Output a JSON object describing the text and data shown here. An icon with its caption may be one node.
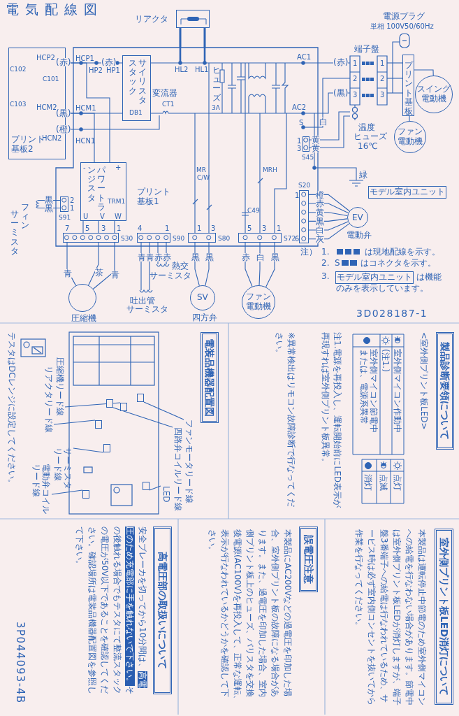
{
  "diagram": {
    "title": "電気配線図",
    "nodes": [
      {
        "text": [
          "プリント基板2"
        ]
      },
      {
        "text": [
          "プリント基板1"
        ]
      },
      {
        "text": [
          "サイリスタスタック",
          "DB1"
        ],
        "in": 1
      },
      {
        "text": [
          "パワートランジスタ",
          "TRM1"
        ],
        "in": 1
      },
      {
        "text": [
          "S91"
        ],
        "in": 1
      },
      {
        "text": [
          "S30"
        ],
        "in": 1
      },
      {
        "text": [
          "S90"
        ],
        "in": 1
      },
      {
        "text": [
          "S80"
        ],
        "in": 1
      },
      {
        "text": [
          "S72"
        ],
        "in": 1
      },
      {
        "text": [
          "S20"
        ],
        "in": 1
      },
      {
        "text": [
          "S45"
        ],
        "in": 1
      },
      {
        "text": [],
        "shape": "box",
        "beside": [
          "リアクタ"
        ]
      },
      {
        "text": [
          "端子盤"
        ]
      },
      {
        "text": [
          "プリント基板"
        ]
      },
      {
        "text": [
          "スイング電動機"
        ]
      },
      {
        "text": [
          "ファン電動機"
        ]
      },
      {
        "text": [
          "モデル室内ユニット"
        ]
      },
      {
        "text": [
          "EV"
        ],
        "beside": [
          "電動弁"
        ]
      },
      {
        "text": [
          "SV"
        ],
        "beside": [
          "四方弁"
        ]
      },
      {
        "text": [
          "ファン電動機"
        ]
      },
      {
        "text": [],
        "shape": "circle",
        "beside": [
          "圧縮機"
        ]
      },
      {
        "text": [
          "モデル室内ユニット"
        ]
      },
      {
        "text": [
          "製品診断要領について"
        ]
      },
      {
        "text": [
          "電装品機器配置図"
        ]
      },
      {
        "text": [
          "ファンモータリード線"
        ]
      },
      {
        "text": [
          "四路弁コイルリード線"
        ]
      },
      {
        "text": [
          "LED"
        ]
      },
      {
        "text": [
          "圧縮機リード線"
        ]
      },
      {
        "text": [
          "リアクタリード線"
        ]
      },
      {
        "text": [
          "サーミスタリード線"
        ]
      },
      {
        "text": [
          "電動弁コイルリード線"
        ]
      },
      {
        "text": [
          "室外側プリント板LED消灯について"
        ]
      },
      {
        "text": [
          "誤電圧注意"
        ]
      },
      {
        "text": [
          "高電圧部の取扱いについて"
        ]
      },
      {
        "text": [],
        "shape": "box"
      },
      {
        "text": [],
        "shape": "box"
      },
      {
        "text": [],
        "shape": "box"
      },
      {
        "text": [],
        "shape": "box"
      },
      {
        "text": [],
        "shape": "box"
      },
      {
        "text": [],
        "shape": "box"
      },
      {
        "text": [],
        "shape": "box"
      }
    ],
    "edges": [
      {
        "from": 11,
        "to": 1,
        "arrow": "none",
        "style": "thick"
      },
      {
        "from": 11,
        "to": 1,
        "arrow": "none",
        "style": "thick"
      },
      {
        "from": 0,
        "to": 2,
        "arrow": "none"
      },
      {
        "from": 0,
        "to": 2,
        "arrow": "none"
      },
      {
        "from": 0,
        "to": 3,
        "arrow": "none"
      },
      {
        "from": 0,
        "to": 3,
        "arrow": "none"
      },
      {
        "from": 1,
        "to": 12,
        "arrow": "none"
      },
      {
        "from": 1,
        "to": 12,
        "arrow": "none"
      },
      {
        "from": 1,
        "to": 12,
        "arrow": "none"
      },
      {
        "from": 10,
        "to": 12,
        "arrow": "none"
      },
      {
        "from": 10,
        "to": 12,
        "arrow": "none"
      },
      {
        "from": 12,
        "to": 13,
        "arrow": "none"
      },
      {
        "from": 12,
        "to": 13,
        "arrow": "none"
      },
      {
        "from": 12,
        "to": 13,
        "arrow": "none"
      },
      {
        "from": 13,
        "to": 14,
        "arrow": "none"
      },
      {
        "from": 13,
        "to": 15,
        "arrow": "none"
      },
      {
        "from": 7,
        "to": 18,
        "arrow": "none"
      },
      {
        "from": 7,
        "to": 18,
        "arrow": "none"
      },
      {
        "from": 8,
        "to": 19,
        "arrow": "none"
      },
      {
        "from": 8,
        "to": 19,
        "arrow": "none"
      },
      {
        "from": 8,
        "to": 19,
        "arrow": "none"
      },
      {
        "from": 9,
        "to": 17,
        "arrow": "none"
      },
      {
        "from": 9,
        "to": 17,
        "arrow": "none"
      },
      {
        "from": 9,
        "to": 17,
        "arrow": "none"
      },
      {
        "from": 9,
        "to": 17,
        "arrow": "none"
      },
      {
        "from": 9,
        "to": 17,
        "arrow": "none"
      },
      {
        "from": 9,
        "to": 17,
        "arrow": "none"
      },
      {
        "from": 5,
        "to": 20,
        "arrow": "none"
      },
      {
        "from": 5,
        "to": 20,
        "arrow": "none"
      },
      {
        "from": 5,
        "to": 20,
        "arrow": "none"
      },
      {
        "from": 3,
        "to": 5,
        "arrow": "none"
      },
      {
        "from": 3,
        "to": 5,
        "arrow": "none"
      },
      {
        "from": 3,
        "to": 5,
        "arrow": "none"
      },
      {
        "from": 24,
        "to": 34,
        "arrow": "none"
      },
      {
        "from": 25,
        "to": 35,
        "arrow": "none"
      },
      {
        "from": 26,
        "to": 36,
        "arrow": "none"
      },
      {
        "from": 27,
        "to": 37,
        "arrow": "none"
      },
      {
        "from": 28,
        "to": 38,
        "arrow": "none"
      },
      {
        "from": 29,
        "to": 39,
        "arrow": "none"
      },
      {
        "from": 30,
        "to": 40,
        "arrow": "none"
      }
    ],
    "labels": [
      "電源プラグ",
      "単相 100V50/60Hz",
      "HCP2",
      "(赤)",
      "HCP1",
      "(赤)",
      "AC1",
      "(赤)",
      "1",
      "1",
      "C102",
      "HP2",
      "HP1",
      "HL2",
      "HL1",
      "ヒューズ",
      "C101",
      "2",
      "2",
      "変流器",
      "(黒)",
      "3",
      "3",
      "C103",
      "HCM2",
      "(黒)",
      "HCM1",
      "CT1",
      "3A",
      "AC2",
      "(橙)",
      "S",
      "白",
      "温度",
      "HCN2",
      "HCN1",
      "1",
      "黄",
      "ヒューズ",
      "3",
      "黄",
      "16℃",
      "-",
      "+",
      "MR",
      "C/W",
      "MRH",
      "緑",
      "黒",
      "2",
      "1",
      "橙",
      "フィン",
      "黒",
      "1",
      "C49",
      "赤",
      "サーミスタ",
      "U",
      "V",
      "W",
      "黄",
      "黒",
      "7",
      "5",
      "3",
      "1",
      "4",
      "1",
      "1",
      "3",
      "5",
      "3",
      "1",
      "白",
      "6",
      "灰",
      "青",
      "青",
      "赤",
      "赤",
      "黒",
      "黒",
      "赤",
      "白",
      "黒",
      "注）",
      "1.",
      "は現地配線を示す。",
      "熱交",
      "2.",
      "S",
      "はコネクタを示す。",
      "青",
      "茶",
      "青",
      "サーミスタ",
      "3.",
      "は機能",
      "のみを表示しています。",
      "吐出管",
      "サーミスタ",
      "3D028187-1",
      "テスタはDCレンジに設定してください。",
      "※異常検出はリモコン故障診断で行なってください。",
      "注1.電源を再投入し、運転開始前にLED表示が再現すれば室外側プリント板異常。",
      "室外側マイコン節電中または、電源系異常",
      "(注1.)",
      "室外側マイコン作動中",
      "<室外側プリント板LED>",
      "3P044093-4B",
      "安全ブレーカを切ってから10分間は、**高電圧のため充電部に手を触れないで下さい。**その後触れる場合でもテスタにて整流スタックの電圧が50V以下であることを確認してください。確認場所は電装品機器配置図を参照して下さい。",
      "本製品にAC200Vなどの過電圧を印加した場合、室外側プリント板の故障になる場合があります。また、過電圧を印加した場合、室内側プリント板上のヒューズ、バリスタを交換後電源(AC100V)を再投入して、正常な運転、表示が行なわれているかどうかを確認して下さい。",
      "本製品は運転停止中節電のため室外側マイコンへの給電を行なわない場合があります。節電中は室外側プリント板LEDが消灯しますが、端子盤3番端子への給電は行なわれているため、サービス時は必ず室内側コンセントを抜いてから作業を行なってください。"
    ],
    "legend": [
      {
        "text": "点灯"
      },
      {
        "text": "点滅"
      },
      {
        "text": "消灯"
      }
    ]
  }
}
